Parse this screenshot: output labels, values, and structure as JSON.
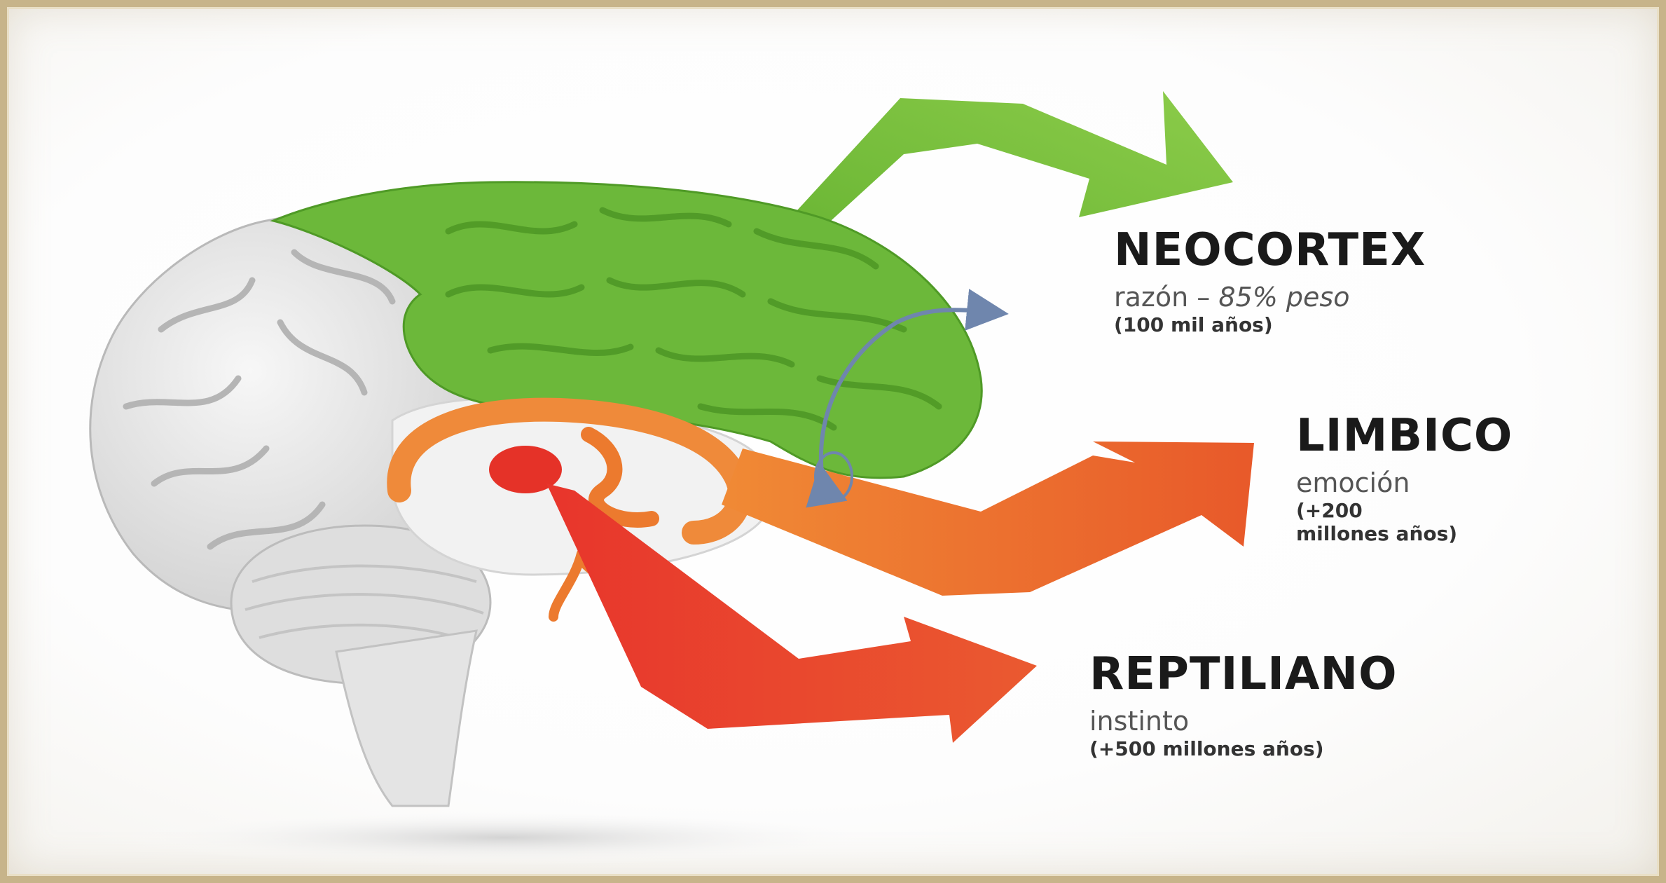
{
  "colors": {
    "neocortex": "#7cc243",
    "limbico": "#ef7e2f",
    "reptiliano": "#e2382b",
    "brain_gray": "#e6e6e6",
    "annotation_blue": "#6f86ad"
  },
  "neocortex": {
    "title": "NEOCORTEX",
    "sub_plain": "razón – ",
    "sub_italic": "85% peso",
    "note": "(100 mil años)"
  },
  "limbico": {
    "title": "LIMBICO",
    "sub": "emoción",
    "note_line1": "(+200",
    "note_line2": "millones años)"
  },
  "reptiliano": {
    "title": "REPTILIANO",
    "sub": "instinto",
    "note": "(+500 millones años)"
  }
}
